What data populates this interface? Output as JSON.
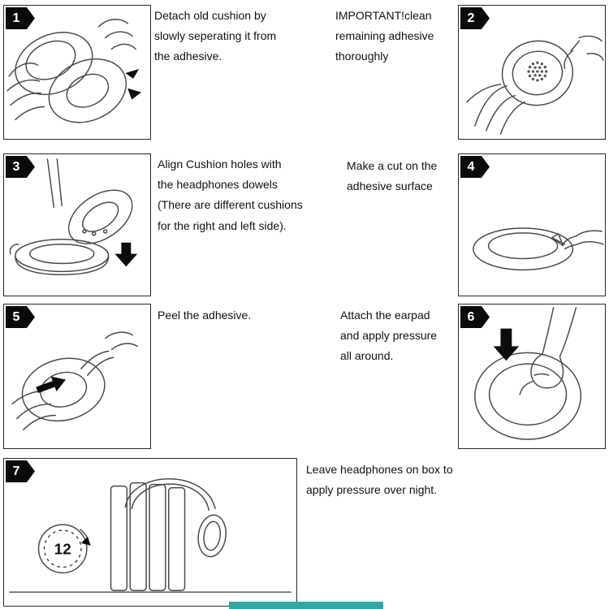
{
  "page": {
    "background": "#ffffff",
    "accent_color": "#2fa8a1"
  },
  "steps": [
    {
      "number": "1",
      "text": "Detach old cushion by\nslowly seperating it from\nthe adhesive."
    },
    {
      "number": "2",
      "text": "IMPORTANT!clean\nremaining adhesive\nthoroughly"
    },
    {
      "number": "3",
      "text": "Align Cushion holes with\nthe headphones dowels\n(There are different cushions\nfor the right and left side)."
    },
    {
      "number": "4",
      "text": "Make a cut on the\nadhesive surface"
    },
    {
      "number": "5",
      "text": "Peel the adhesive."
    },
    {
      "number": "6",
      "text": "Attach the earpad\nand apply pressure\nall around."
    },
    {
      "number": "7",
      "text": "Leave headphones on box to\napply pressure over night."
    }
  ],
  "clock": {
    "label": "12"
  }
}
